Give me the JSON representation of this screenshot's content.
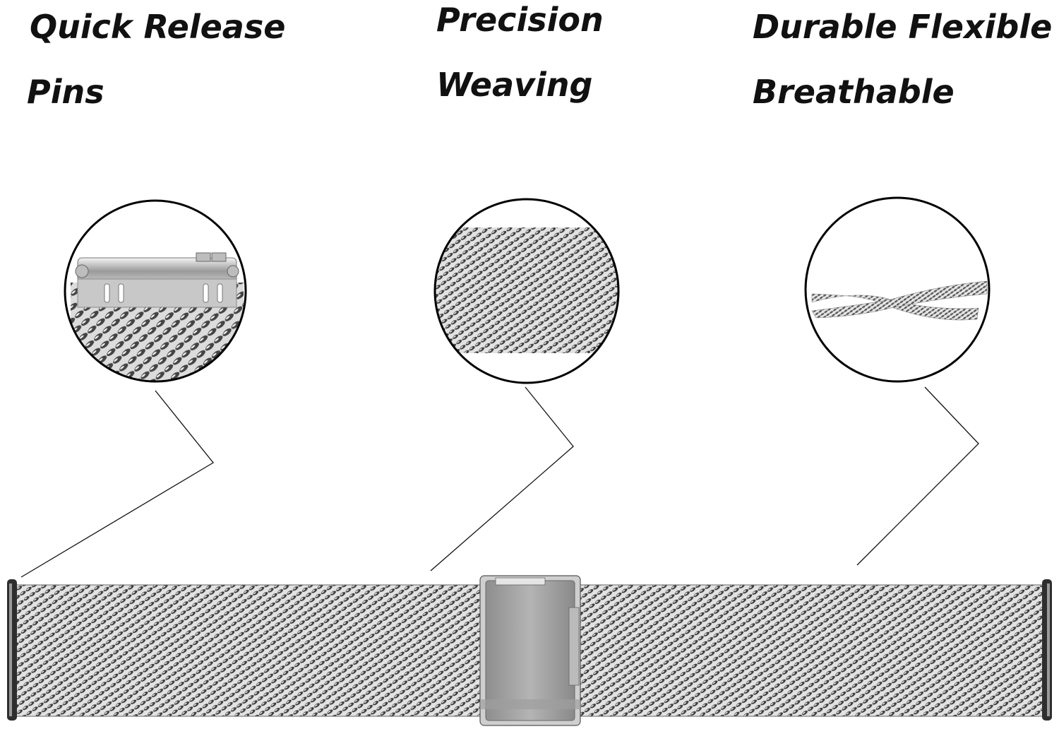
{
  "features": [
    {
      "id": "quick-release",
      "line1": "Quick Release",
      "line2": "Pins"
    },
    {
      "id": "precision-weaving",
      "line1": "Precision",
      "line2": "Weaving"
    },
    {
      "id": "durable-flexible",
      "line1": "Durable Flexible",
      "line2": "Breathable"
    }
  ],
  "colors": {
    "background": "#ffffff",
    "text": "#111111",
    "mesh_dark": "#3a3a3a",
    "mesh_light": "#d9d9d9",
    "clasp": "#a9a9a9",
    "outline": "#000000"
  }
}
